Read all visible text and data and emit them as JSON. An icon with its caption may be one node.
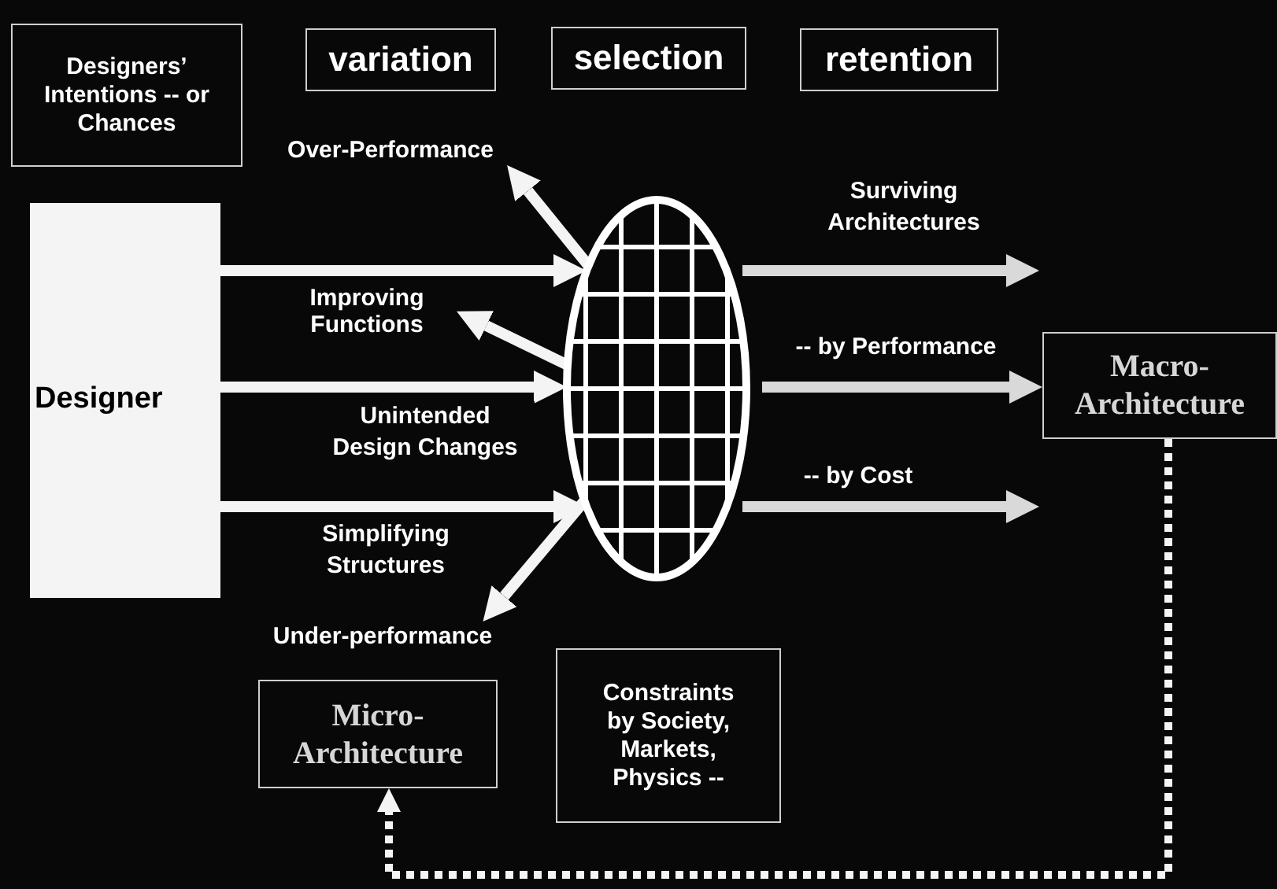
{
  "diagram": {
    "nodes": [
      {
        "text": [
          "Designers’ Intentions -- or Chances"
        ]
      },
      {
        "text": [
          "variation"
        ]
      },
      {
        "text": [
          "selection"
        ]
      },
      {
        "text": [
          "retention"
        ]
      },
      {
        "text": [
          "Designer"
        ]
      },
      {
        "text": [],
        "shape": "ellipse"
      },
      {
        "text": [
          "Macro- Architecture"
        ]
      },
      {
        "text": [
          "Micro- Architecture"
        ]
      },
      {
        "text": [
          "Constraints by Society, Markets, Physics --"
        ]
      },
      {
        "text": [
          "Over-Performance"
        ]
      },
      {
        "text": [
          "Under-performance"
        ]
      },
      {
        "text": [
          "Improving Functions"
        ]
      }
    ],
    "edges": [
      {
        "from": 4,
        "to": 5,
        "arrow": "to"
      },
      {
        "from": 4,
        "to": 5,
        "arrow": "to",
        "label": "Unintended Design Changes"
      },
      {
        "from": 4,
        "to": 5,
        "arrow": "to",
        "label": "Simplifying Structures"
      },
      {
        "from": 5,
        "to": 9,
        "arrow": "to"
      },
      {
        "from": 5,
        "to": 11,
        "arrow": "to"
      },
      {
        "from": 5,
        "to": 10,
        "arrow": "to"
      },
      {
        "from": 5,
        "to": null,
        "arrow": "to",
        "label": "Surviving Architectures",
        "color": "#d9d9d9"
      },
      {
        "from": 5,
        "to": 6,
        "arrow": "to",
        "label": "-- by Performance",
        "color": "#d9d9d9"
      },
      {
        "from": 5,
        "to": null,
        "arrow": "to",
        "label": "-- by Cost",
        "color": "#d9d9d9"
      },
      {
        "from": 6,
        "to": 7,
        "arrow": "to",
        "style": "dashed"
      }
    ]
  }
}
